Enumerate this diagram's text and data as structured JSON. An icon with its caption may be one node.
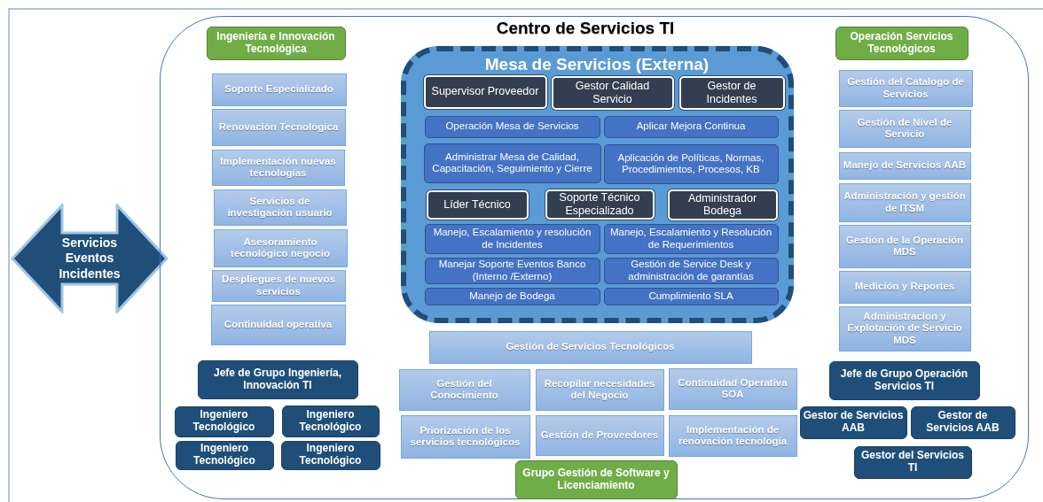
{
  "diagram": {
    "nodes": [
      {
        "text": [
          "Servicios Eventos Incidentes"
        ]
      },
      {
        "text": [
          "Centro de Servicios TI"
        ]
      },
      {
        "text": [
          "Ingeniería e Innovación Tecnológica"
        ],
        "in": 1
      },
      {
        "text": [
          "Soporte Especializado"
        ],
        "in": 1
      },
      {
        "text": [
          "Renovación Tecnológica"
        ],
        "in": 1
      },
      {
        "text": [
          "Implementación nuevas tecnologías"
        ],
        "in": 1
      },
      {
        "text": [
          "Servicios de investigación usuario"
        ],
        "in": 1
      },
      {
        "text": [
          "Asesoramiento tecnológico negocio"
        ],
        "in": 1
      },
      {
        "text": [
          "Despliegues de nuevos servicios"
        ],
        "in": 1
      },
      {
        "text": [
          "Continuidad operativa"
        ],
        "in": 1
      },
      {
        "text": [
          "Jefe de Grupo Ingeniería, Innovación  TI"
        ],
        "in": 1
      },
      {
        "text": [
          "Ingeniero Tecnológico"
        ],
        "in": 1
      },
      {
        "text": [
          "Ingeniero Tecnológico"
        ],
        "in": 1
      },
      {
        "text": [
          "Ingeniero Tecnológico"
        ],
        "in": 1
      },
      {
        "text": [
          "Ingeniero Tecnológico"
        ],
        "in": 1
      },
      {
        "text": [
          "Mesa de Servicios (Externa)"
        ],
        "in": 1
      },
      {
        "text": [
          "Supervisor Proveedor"
        ],
        "in": 15
      },
      {
        "text": [
          "Gestor Calidad Servicio"
        ],
        "in": 15
      },
      {
        "text": [
          "Gestor de Incidentes"
        ],
        "in": 15
      },
      {
        "text": [
          "Operación Mesa de Servicios"
        ],
        "in": 15
      },
      {
        "text": [
          "Aplicar Mejora Continua"
        ],
        "in": 15
      },
      {
        "text": [
          "Administrar Mesa de Calidad, Capacitación, Seguimiento y Cierre"
        ],
        "in": 15
      },
      {
        "text": [
          "Aplicación de Políticas, Normas, Procedimientos, Procesos, KB"
        ],
        "in": 15
      },
      {
        "text": [
          "Líder Técnico"
        ],
        "in": 15
      },
      {
        "text": [
          "Soporte Técnico Especializado"
        ],
        "in": 15
      },
      {
        "text": [
          "Administrador Bodega"
        ],
        "in": 15
      },
      {
        "text": [
          "Manejo, Escalamiento y resolución de Incidentes"
        ],
        "in": 15
      },
      {
        "text": [
          "Manejo, Escalamiento y Resolución de Requerimientos"
        ],
        "in": 15
      },
      {
        "text": [
          "Manejar Soporte Eventos Banco (Interno /Externo)"
        ],
        "in": 15
      },
      {
        "text": [
          "Gestión de Service Desk y administración de garantías"
        ],
        "in": 15
      },
      {
        "text": [
          "Manejo de Bodega"
        ],
        "in": 15
      },
      {
        "text": [
          "Cumplimiento SLA"
        ],
        "in": 15
      },
      {
        "text": [
          "Gestión de Servicios Tecnológicos"
        ],
        "in": 1
      },
      {
        "text": [
          "Gestión del Conocimiento"
        ],
        "in": 1
      },
      {
        "text": [
          "Recopilar necesidades del Negocio"
        ],
        "in": 1
      },
      {
        "text": [
          "Continuidad Operativa SOA"
        ],
        "in": 1
      },
      {
        "text": [
          "Priorización de los servicios tecnológicos"
        ],
        "in": 1
      },
      {
        "text": [
          "Gestión de Proveedores"
        ],
        "in": 1
      },
      {
        "text": [
          "Implementación de renovación tecnologia"
        ],
        "in": 1
      },
      {
        "text": [
          "Grupo Gestión de Software y Licenciamiento"
        ],
        "in": 1
      },
      {
        "text": [
          "Operación Servicios Tecnológicos"
        ],
        "in": 1
      },
      {
        "text": [
          "Gestión del Catalogo de Servicios"
        ],
        "in": 1
      },
      {
        "text": [
          "Gestión de Nivel de Servicio"
        ],
        "in": 1
      },
      {
        "text": [
          "Manejo de Servicios AAB"
        ],
        "in": 1
      },
      {
        "text": [
          "Administración y gestión de ITSM"
        ],
        "in": 1
      },
      {
        "text": [
          "Gestión de la Operación MDS"
        ],
        "in": 1
      },
      {
        "text": [
          "Medición y Reportes"
        ],
        "in": 1
      },
      {
        "text": [
          "Administracion y Explotación de Servicio MDS"
        ],
        "in": 1
      },
      {
        "text": [
          "Jefe de Grupo Operación Servicios TI"
        ],
        "in": 1
      },
      {
        "text": [
          "Gestor de Servicios AAB"
        ],
        "in": 1
      },
      {
        "text": [
          "Gestor de Servicios AAB"
        ],
        "in": 1
      },
      {
        "text": [
          "Gestor del Servicios TI"
        ],
        "in": 1
      }
    ]
  }
}
